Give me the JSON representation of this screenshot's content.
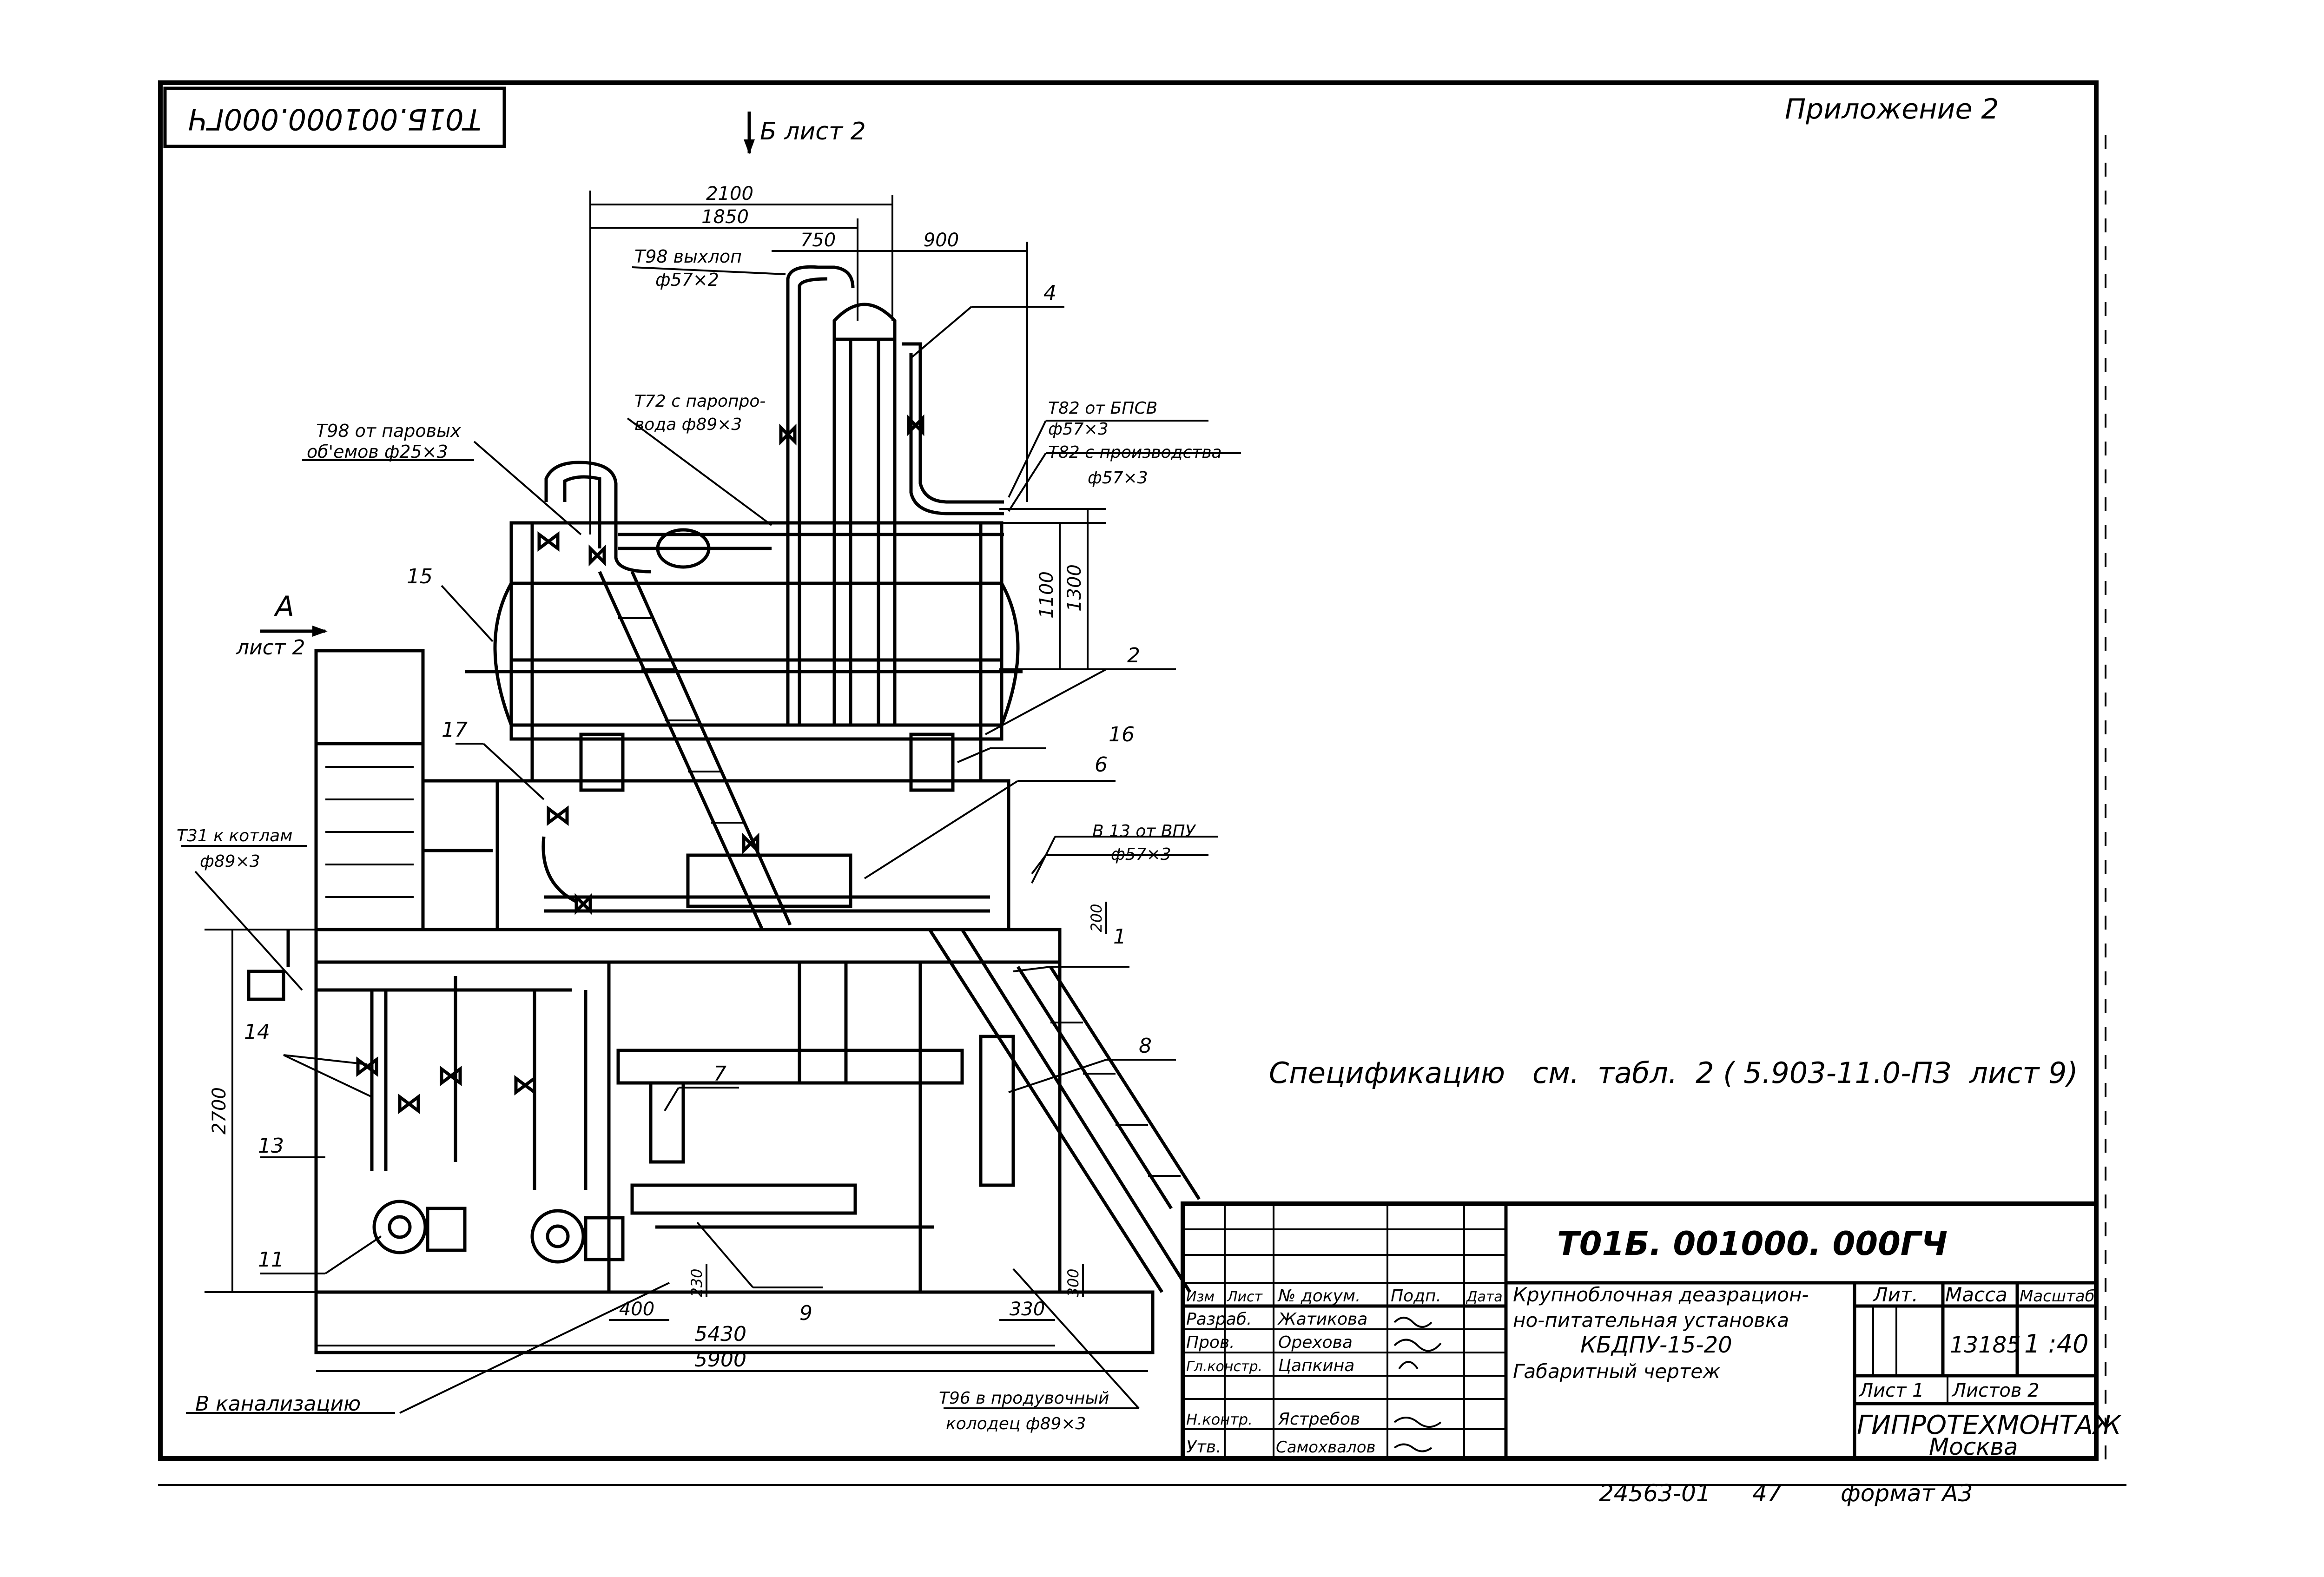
{
  "sheet": {
    "rotated_code": "Т01Б.001000.000ГЧ",
    "appendix": "Приложение 2",
    "view_b": "Б лист 2",
    "view_a_letter": "А",
    "view_a_sheet": "лист 2",
    "specification_note": "Спецификацию   см.  табл.  2 ( 5.903-11.0-ПЗ  лист 9)"
  },
  "dimensions": {
    "d2100": "2100",
    "d1850": "1850",
    "d750": "750",
    "d900": "900",
    "d1100": "1100",
    "d1300": "1300",
    "d200": "200",
    "d2700": "2700",
    "d230": "230",
    "d300": "300",
    "d400": "400",
    "d330": "330",
    "d5430": "5430",
    "d5900": "5900"
  },
  "callouts": {
    "t98_exhaust_1": "Т98 выхлоп",
    "t98_exhaust_2": "ф57×2",
    "t72_1": "Т72 с паропро-",
    "t72_2": "вода ф89×3",
    "t98_vapor_1": "Т98 от паровых",
    "t98_vapor_2": "об'емов ф25×3",
    "t82_bpsv_1": "Т82 от БПСВ",
    "t82_bpsv_2": "ф57×3",
    "t82_prod_1": "Т82 с производства",
    "t82_prod_2": "ф57×3",
    "t31_1": "Т31 к котлам",
    "t31_2": "ф89×3",
    "b13_1": "В 13 от ВПУ",
    "b13_2": "ф57×3",
    "sewer": "В канализацию",
    "t96_1": "Т96 в продувочный",
    "t96_2": "колодец ф89×3"
  },
  "positions": {
    "p1": "1",
    "p2": "2",
    "p4": "4",
    "p6": "6",
    "p7": "7",
    "p8": "8",
    "p9": "9",
    "p11": "11",
    "p13": "13",
    "p14": "14",
    "p15": "15",
    "p16": "16",
    "p17": "17"
  },
  "title_block": {
    "doc_code": "Т01Б. 001000. 000ГЧ",
    "title_1": "Крупноблочная деазрацион-",
    "title_2": "но-питательная установка",
    "title_3": "КБДПУ-15-20",
    "title_4": "Габаритный  чертеж",
    "hdr_izm": "Изм",
    "hdr_list": "Лист",
    "hdr_doc": "№ докум.",
    "hdr_podp": "Подп.",
    "hdr_data": "Дата",
    "role_razrab": "Разраб.",
    "name_razrab": "Жатикова",
    "role_prov": "Пров.",
    "name_prov": "Орехова",
    "role_glkonstr": "Гл.констр.",
    "name_glkonstr": "Цапкина",
    "role_nkontr": "Н.контр.",
    "name_nkontr": "Ястребов",
    "role_utv": "Утв.",
    "name_utv": "Самохвалов",
    "lit_label": "Лит.",
    "mass_label": "Масса",
    "scale_label": "Масштаб",
    "mass_value": "13185",
    "scale_value": "1 :40",
    "sheet_label": "Лист 1",
    "sheets_label": "Листов 2",
    "org": "ГИПРОТЕХМОНТАЖ",
    "city": "Москва"
  },
  "footer": {
    "inventory": "24563-01",
    "page": "47",
    "format": "формат  А3"
  }
}
